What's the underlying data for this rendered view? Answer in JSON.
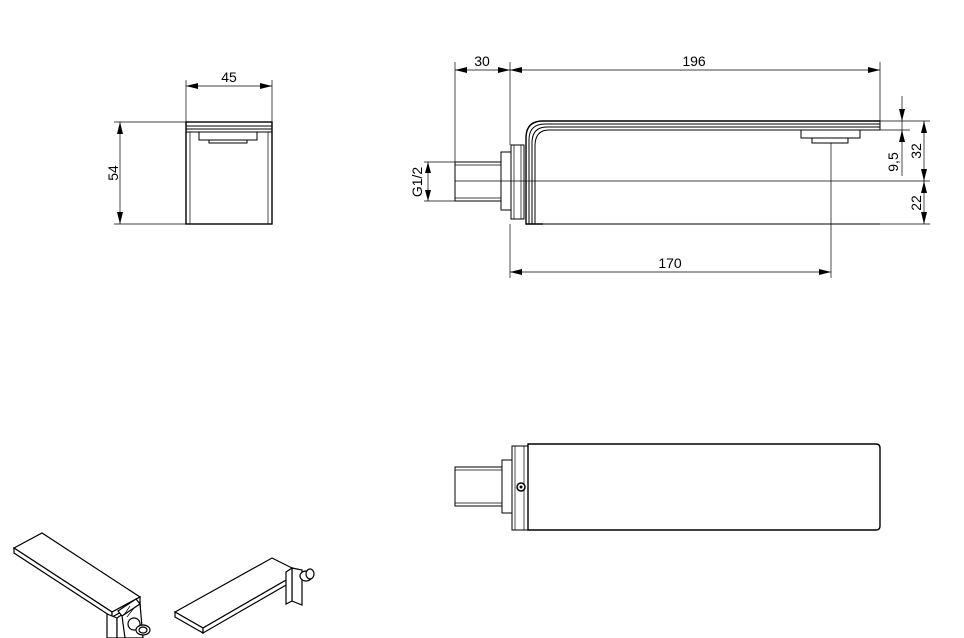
{
  "front_view": {
    "width_label": "45",
    "height_label": "54"
  },
  "side_view": {
    "wall_depth_label": "30",
    "length_label": "196",
    "thread_label": "G1/2",
    "outlet_label": "9,5",
    "height_label": "32",
    "center_label": "22",
    "outlet_distance_label": "170"
  }
}
